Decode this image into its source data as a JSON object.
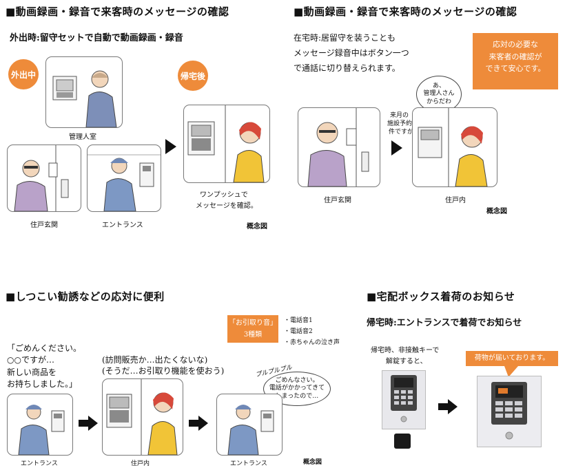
{
  "sections": {
    "tl": {
      "title": "■動画録画・録音で来客時のメッセージの確認",
      "subtitle": "外出時:留守セットで自動で動画録画・録音",
      "badge_out": "外出中",
      "badge_home": "帰宅後",
      "caption_manager": "管理人室",
      "caption_door": "住戸玄関",
      "caption_entrance": "エントランス",
      "note_line1": "ワンプッシュで",
      "note_line2": "メッセージを確認。",
      "concept": "概念図"
    },
    "tr": {
      "title": "■動画録画・録音で来客時のメッセージの確認",
      "desc1": "在宅時:居留守を装うことも",
      "desc2": "メッセージ録音中はボタン一つ",
      "desc3": "で通話に切り替えられます。",
      "orange1": "応対の必要な",
      "orange2": "来客者の確認が",
      "orange3": "できて安心です。",
      "bubble1": "あ、",
      "bubble2": "管理人さん",
      "bubble3": "からだわ",
      "speech1": "来月の",
      "speech2": "施設予約の",
      "speech3": "件ですが",
      "caption_door": "住戸玄関",
      "caption_inside": "住戸内",
      "concept": "概念図"
    },
    "bl": {
      "title": "■しつこい勧誘などの応対に便利",
      "sound_label1": "「お引取り音」",
      "sound_label2": "3種類",
      "sound1": "・電話音1",
      "sound2": "・電話音2",
      "sound3": "・赤ちゃんの泣き声",
      "quote1": "「ごめんください。",
      "quote2": "○○ですが…",
      "quote3": "新しい商品を",
      "quote4": "お持ちしました。」",
      "thought1": "(訪問販売か…出たくないな)",
      "thought2": "(そうだ…お引取り機能を使おう)",
      "ring": "プルプルプル",
      "bubble1": "ごめんなさい。",
      "bubble2": "電話がかかってきて",
      "bubble3": "しまったので…",
      "caption_entrance1": "エントランス",
      "caption_inside": "住戸内",
      "caption_entrance2": "エントランス",
      "concept": "概念図"
    },
    "br": {
      "title": "■宅配ボックス着荷のお知らせ",
      "subtitle": "帰宅時:エントランスで着荷でお知らせ",
      "note1": "帰宅時、非接触キーで",
      "note2": "解錠すると、",
      "notice": "荷物が届いております。"
    }
  },
  "colors": {
    "accent": "#ee8b3a",
    "text": "#111111"
  }
}
